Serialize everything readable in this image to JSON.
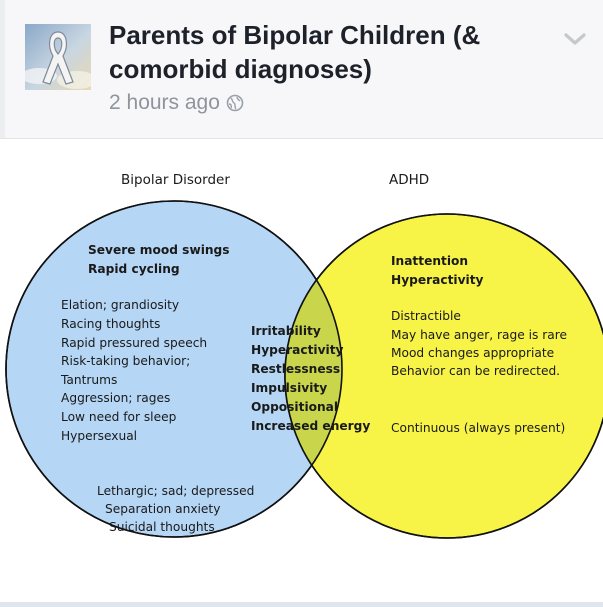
{
  "post": {
    "group_name_line1": "Parents of Bipolar Children (&",
    "group_name_line2": "comorbid diagnoses)",
    "timestamp": "2 hours ago",
    "privacy_icon": "globe-icon",
    "menu_icon": "chevron-down-icon",
    "avatar_icon": "awareness-ribbon-icon"
  },
  "diagram": {
    "left_title": "Bipolar Disorder",
    "right_title": "ADHD",
    "left_bold": [
      "Severe mood swings",
      "Rapid cycling"
    ],
    "left_list": [
      "Elation; grandiosity",
      "Racing thoughts",
      "Rapid pressured speech",
      "Risk-taking behavior;",
      "Tantrums",
      "Aggression; rages",
      "Low need for sleep",
      "Hypersexual"
    ],
    "left_bottom": [
      "Lethargic; sad; depressed",
      "Separation anxiety",
      "Suicidal thoughts"
    ],
    "overlap": [
      "Irritability",
      "Hyperactivity",
      "Restlessness",
      "Impulsivity",
      "Oppositional",
      "Increased energy"
    ],
    "right_bold": [
      "Inattention",
      "Hyperactivity"
    ],
    "right_list": [
      "Distractible",
      "May have anger, rage is rare",
      "Mood changes appropriate",
      "Behavior can be redirected."
    ],
    "right_bottom": "Continuous (always present)",
    "colors": {
      "left_circle": "#b5d6f5",
      "right_circle": "#f7f347",
      "overlap": "#c9d64c"
    }
  }
}
